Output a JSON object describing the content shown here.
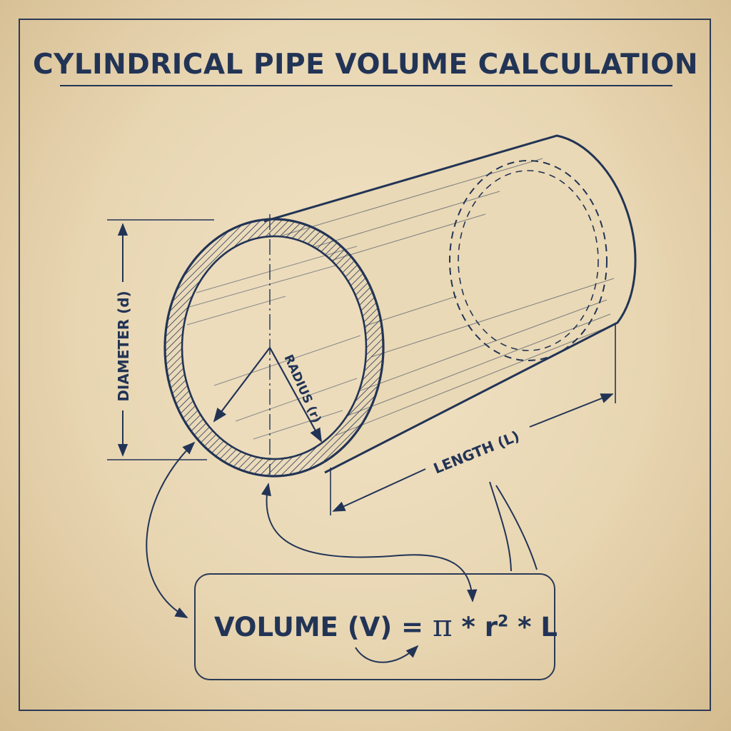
{
  "title": "CYLINDRICAL PIPE VOLUME CALCULATION",
  "labels": {
    "diameter": "DIAMETER (d)",
    "radius": "RADIUS (r)",
    "length": "LENGTH (L)"
  },
  "formula": {
    "lhs": "VOLUME (V) =",
    "pi": "π",
    "op1": "*",
    "r": "r",
    "exp": "2",
    "op2": "*",
    "l": "L"
  },
  "colors": {
    "ink": "#223456",
    "paper": "#ecdcbc"
  }
}
